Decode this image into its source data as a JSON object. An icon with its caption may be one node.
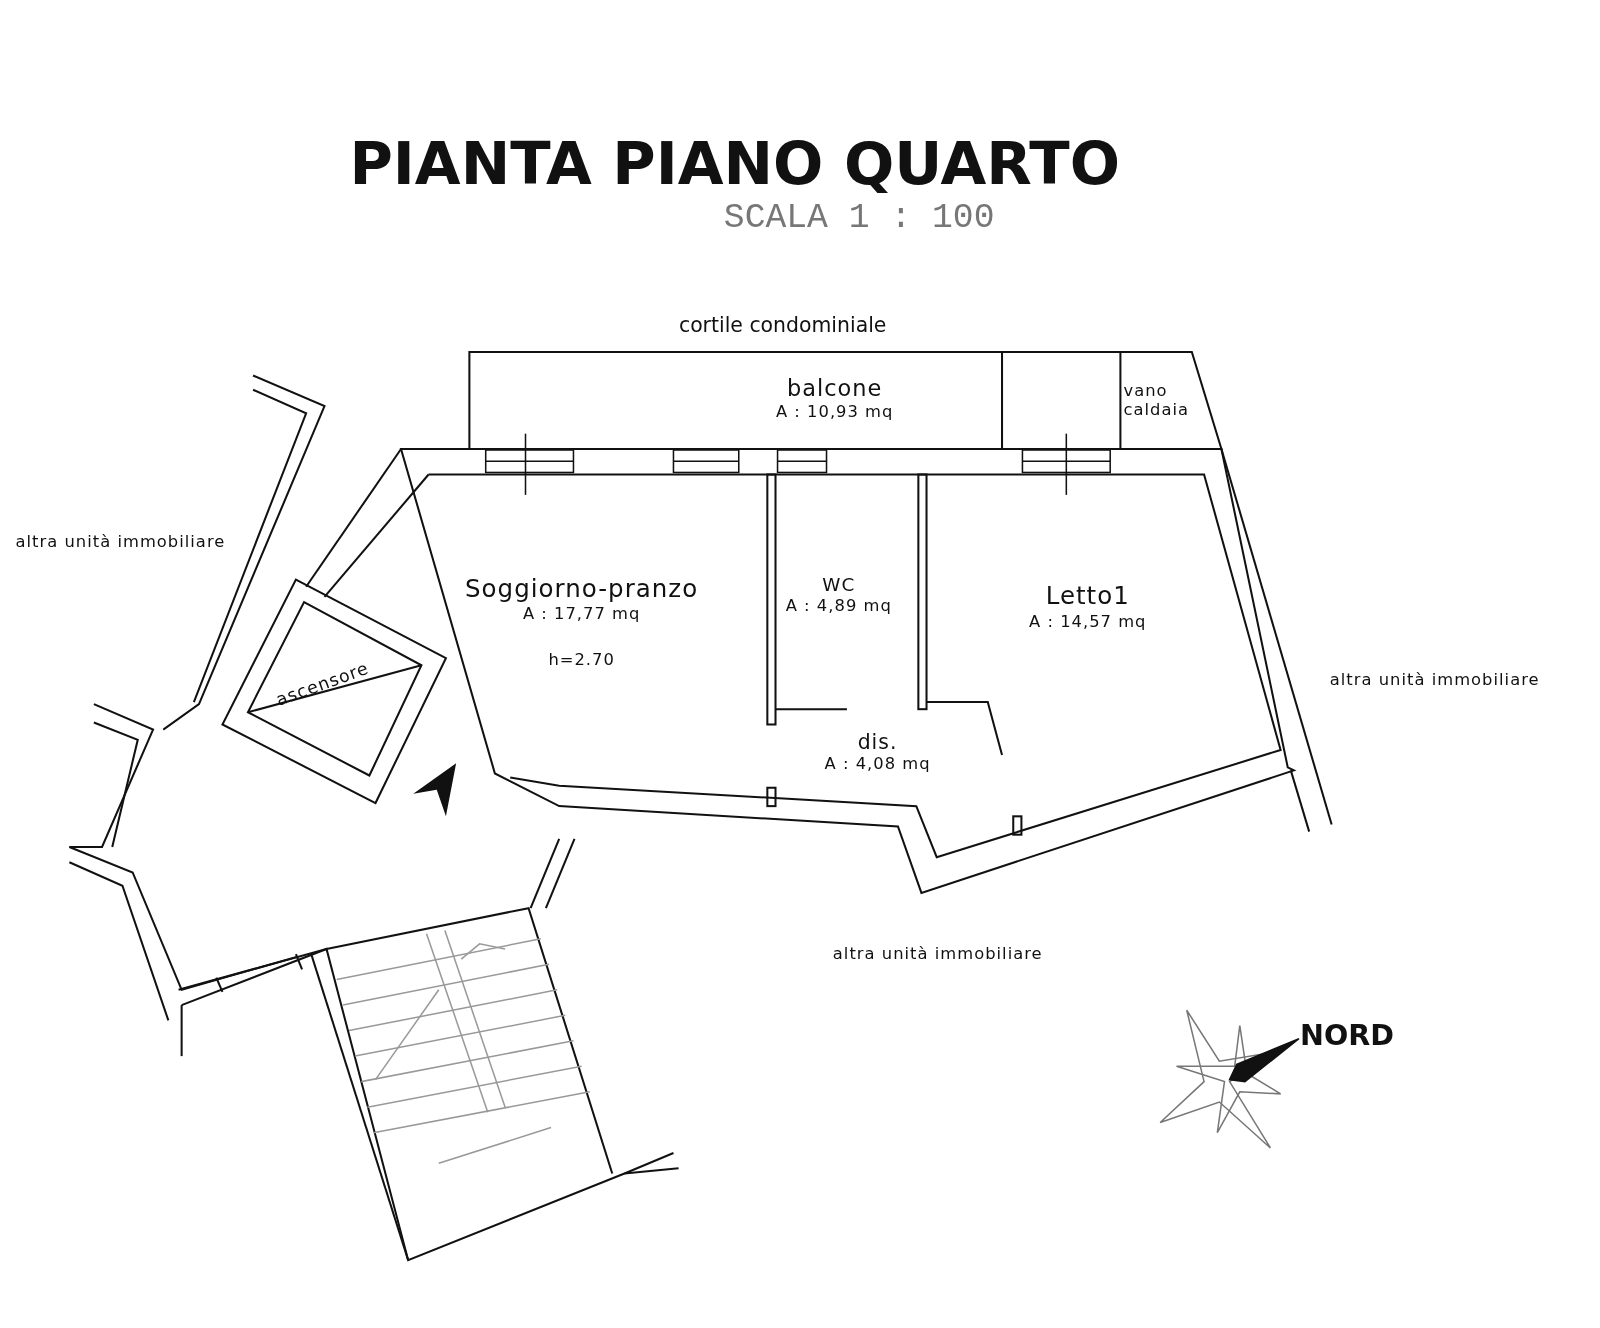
{
  "diagram": {
    "title": "PIANTA PIANO QUARTO",
    "nodes": [
      {
        "text": [
          "balcone",
          "A : 10,93 mq"
        ]
      },
      {
        "text": [
          "vano caldaia"
        ]
      },
      {
        "text": [
          "ascensore"
        ]
      },
      {
        "text": [
          "Soggiorno-pranzo",
          "A : 17,77 mq",
          "h=2.70"
        ]
      },
      {
        "text": [
          "WC",
          "A : 4,89 mq"
        ]
      },
      {
        "text": [
          "Letto1",
          "A : 14,57 mq"
        ]
      },
      {
        "text": [
          "dis.",
          "A : 4,08 mq"
        ]
      }
    ],
    "labels": [
      "SCALA 1 : 100",
      "cortile condominiale",
      "altra unità immobiliare",
      "altra unità immobiliare",
      "altra unità immobiliare",
      "NORD"
    ]
  }
}
